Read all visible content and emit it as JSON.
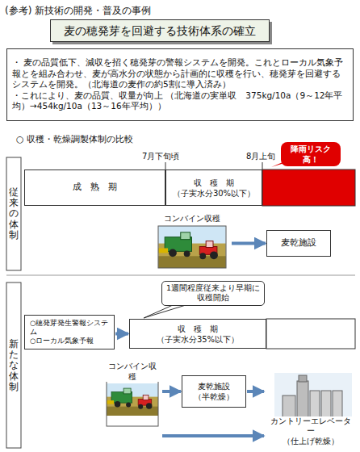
{
  "diagram": {
    "title": "(参考) 新技術の開発・普及の事例",
    "nodes": [
      {
        "text": [
          "麦の穂発芽を回避する技術体系の確立"
        ]
      },
      {
        "text": [
          "・ 麦の品質低下、減収を招く穂発芽の警報システムを開発。これとローカル気象予報とを組み合わせ、麦が高水分の状態から計画的に収穫を行い、穂発芽を回避するシステムを開発。（北海道の麦作の約5割に導入済み）",
          "・これにより、麦の品質、収量が向上 （北海道の実単収　375kg/10a（9～12年平均）→454kg/10a（13～16年平均））"
        ]
      },
      {
        "text": [
          "降雨リスク高！"
        ]
      },
      {
        "text": [
          "成　熟　期"
        ]
      },
      {
        "text": [
          "収　穫　期",
          "（子実水分30%以下）"
        ]
      },
      {
        "text": [
          "コンバイン収穫"
        ]
      },
      {
        "text": [
          "麦乾施設"
        ]
      },
      {
        "text": [
          "1週間程度従来より早期に収穫開始"
        ]
      },
      {
        "text": [
          "○穂発芽発生警報システム",
          "○ローカル気象予報"
        ]
      },
      {
        "text": [
          "収　穫　期",
          "（子実水分35%以下）"
        ]
      },
      {
        "text": [
          "コンバイン収穫"
        ]
      },
      {
        "text": [
          "麦乾施設",
          "（半乾燥）"
        ]
      },
      {
        "text": [
          "カントリーエレベーター",
          "（仕上げ乾燥）"
        ]
      }
    ],
    "edges": [
      {
        "from": 5,
        "to": 6,
        "arrow": "to"
      },
      {
        "from": 8,
        "to": 9,
        "arrow": "to"
      },
      {
        "from": 10,
        "to": 11,
        "arrow": "to"
      },
      {
        "from": 11,
        "to": 12,
        "arrow": "to"
      },
      {
        "from": 10,
        "to": 12,
        "arrow": "to"
      }
    ],
    "labels": [
      "○ 収穫・乾燥調製体制の比較",
      "従来の体制",
      "7月下旬頃",
      "8月上旬",
      "新たな体制"
    ]
  }
}
